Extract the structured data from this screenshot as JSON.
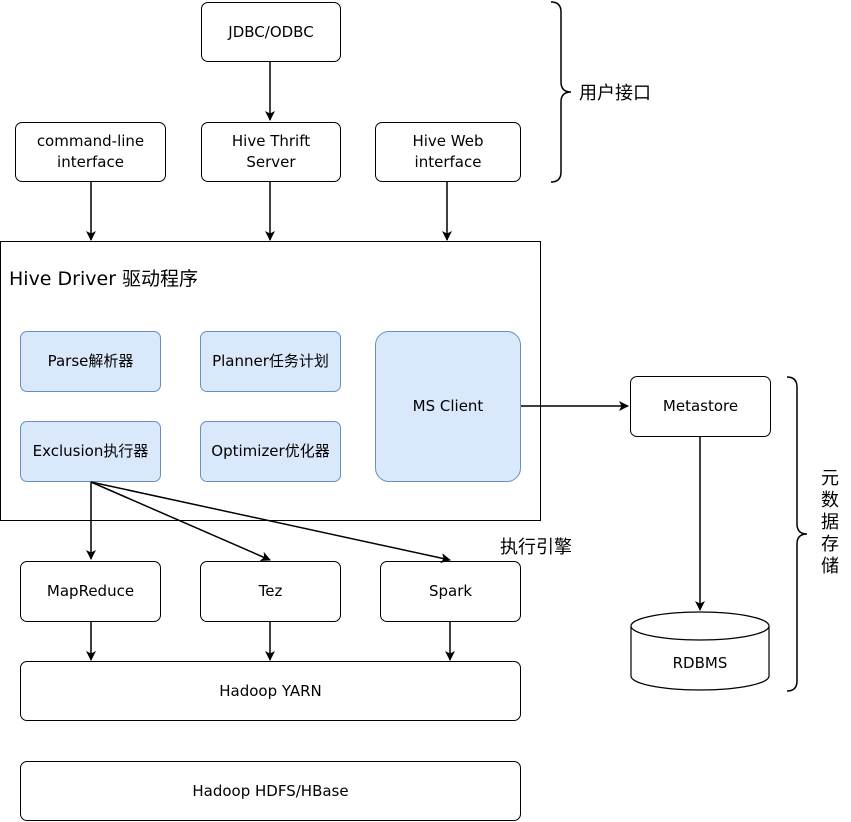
{
  "nodes": {
    "jdbc": "JDBC/ODBC",
    "cli": "command-line interface",
    "thrift": "Hive Thrift Server",
    "web": "Hive Web interface",
    "parse": "Parse解析器",
    "planner": "Planner任务计划",
    "exclusion": "Exclusion执行器",
    "optimizer": "Optimizer优化器",
    "ms_client": "MS Client",
    "metastore": "Metastore",
    "rdbms": "RDBMS",
    "mapreduce": "MapReduce",
    "tez": "Tez",
    "spark": "Spark",
    "yarn": "Hadoop YARN",
    "hdfs": "Hadoop HDFS/HBase"
  },
  "groups": {
    "driver": "Hive Driver 驱动程序",
    "user_interface": "用户接口",
    "exec_engine": "执行引擎",
    "metadata_storage": "元数据存储"
  }
}
